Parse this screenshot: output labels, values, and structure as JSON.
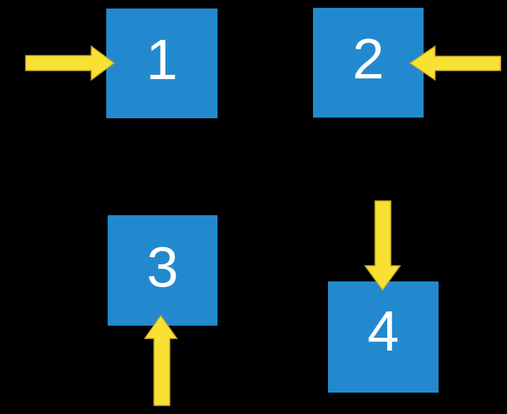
{
  "diagram": {
    "title": "numbered-squares-with-arrows",
    "background_color": "#000000",
    "square_fill_color": "#2389CE",
    "square_text_color": "#FFFFFF",
    "arrow_fill_color": "#F8E132",
    "arrow_outline_color": "#C7A72B"
  },
  "squares": [
    {
      "label": "1"
    },
    {
      "label": "2"
    },
    {
      "label": "3"
    },
    {
      "label": "4"
    }
  ],
  "arrows": [
    {
      "name": "arrow-right-icon",
      "direction": "right",
      "points_at": "square-1",
      "enters_from": "left side"
    },
    {
      "name": "arrow-left-icon",
      "direction": "left",
      "points_at": "square-2",
      "enters_from": "right side"
    },
    {
      "name": "arrow-up-icon",
      "direction": "up",
      "points_at": "square-3",
      "enters_from": "bottom side"
    },
    {
      "name": "arrow-down-icon",
      "direction": "down",
      "points_at": "square-4",
      "enters_from": "top side"
    }
  ]
}
